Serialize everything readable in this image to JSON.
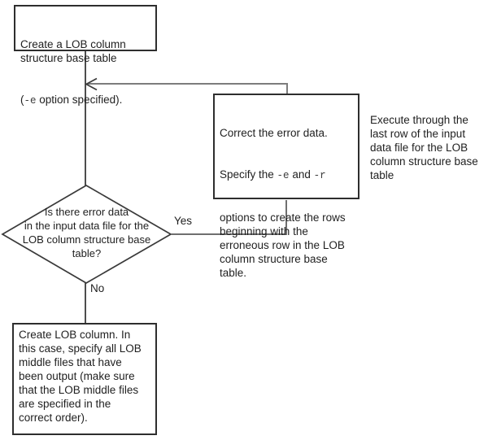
{
  "diagram": {
    "create_base_table_box": {
      "lines_1_2": "Create a LOB column\nstructure base table",
      "line3_open": "(",
      "line3_option": "-e",
      "line3_rest": " option specified)."
    },
    "error_decision": {
      "question": "Is there error data\nin the input data file for the\nLOB column structure base\ntable?",
      "yes_label": "Yes",
      "no_label": "No"
    },
    "correct_error_box": {
      "line1": "Correct the error data.",
      "line2_pre": "Specify the ",
      "line2_option1": "-e",
      "line2_mid": " and ",
      "line2_option2": "-r",
      "rest": "options to create the rows\nbeginning with the\nerroneous row in the LOB\ncolumn structure base\ntable."
    },
    "execute_note": "Execute through the\nlast row of the input\ndata file for the LOB\ncolumn structure base\ntable",
    "create_lob_column_box": "Create LOB column. In\nthis case, specify all LOB\nmiddle files that have\nbeen output (make sure\nthat the LOB middle files\nare specified in the\ncorrect order)."
  },
  "colors": {
    "background": "#ffffff",
    "box_border": "#2e2e2e",
    "connector_dark": "#3a3a3a",
    "connector_gray": "#7d7d7d",
    "text": "#1f1f1f"
  }
}
